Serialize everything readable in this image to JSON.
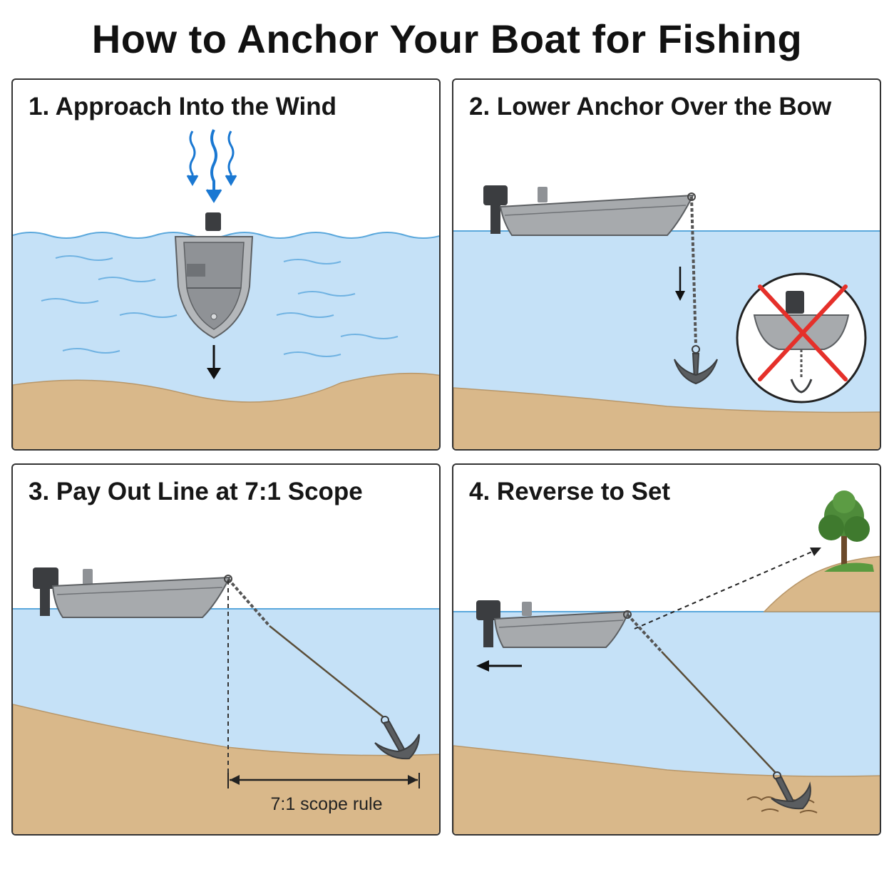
{
  "title": "How to Anchor Your Boat for Fishing",
  "panels": [
    {
      "heading": "1. Approach Into the Wind"
    },
    {
      "heading": "2. Lower Anchor Over the Bow"
    },
    {
      "heading": "3. Pay Out Line at 7:1 Scope",
      "annotation": "7:1 scope rule"
    },
    {
      "heading": "4. Reverse to Set"
    }
  ],
  "colors": {
    "water": "#c5e1f7",
    "water_line": "#5ba8dc",
    "sand": "#d9b88a",
    "hull": "#9a9da0",
    "wind_arrow": "#1a78d2",
    "prohibition_x": "#e5302a"
  },
  "icons": [
    "wind-arrow-icon",
    "down-arrow-icon",
    "anchor-icon",
    "prohibited-icon",
    "back-arrow-icon",
    "tree-icon"
  ]
}
